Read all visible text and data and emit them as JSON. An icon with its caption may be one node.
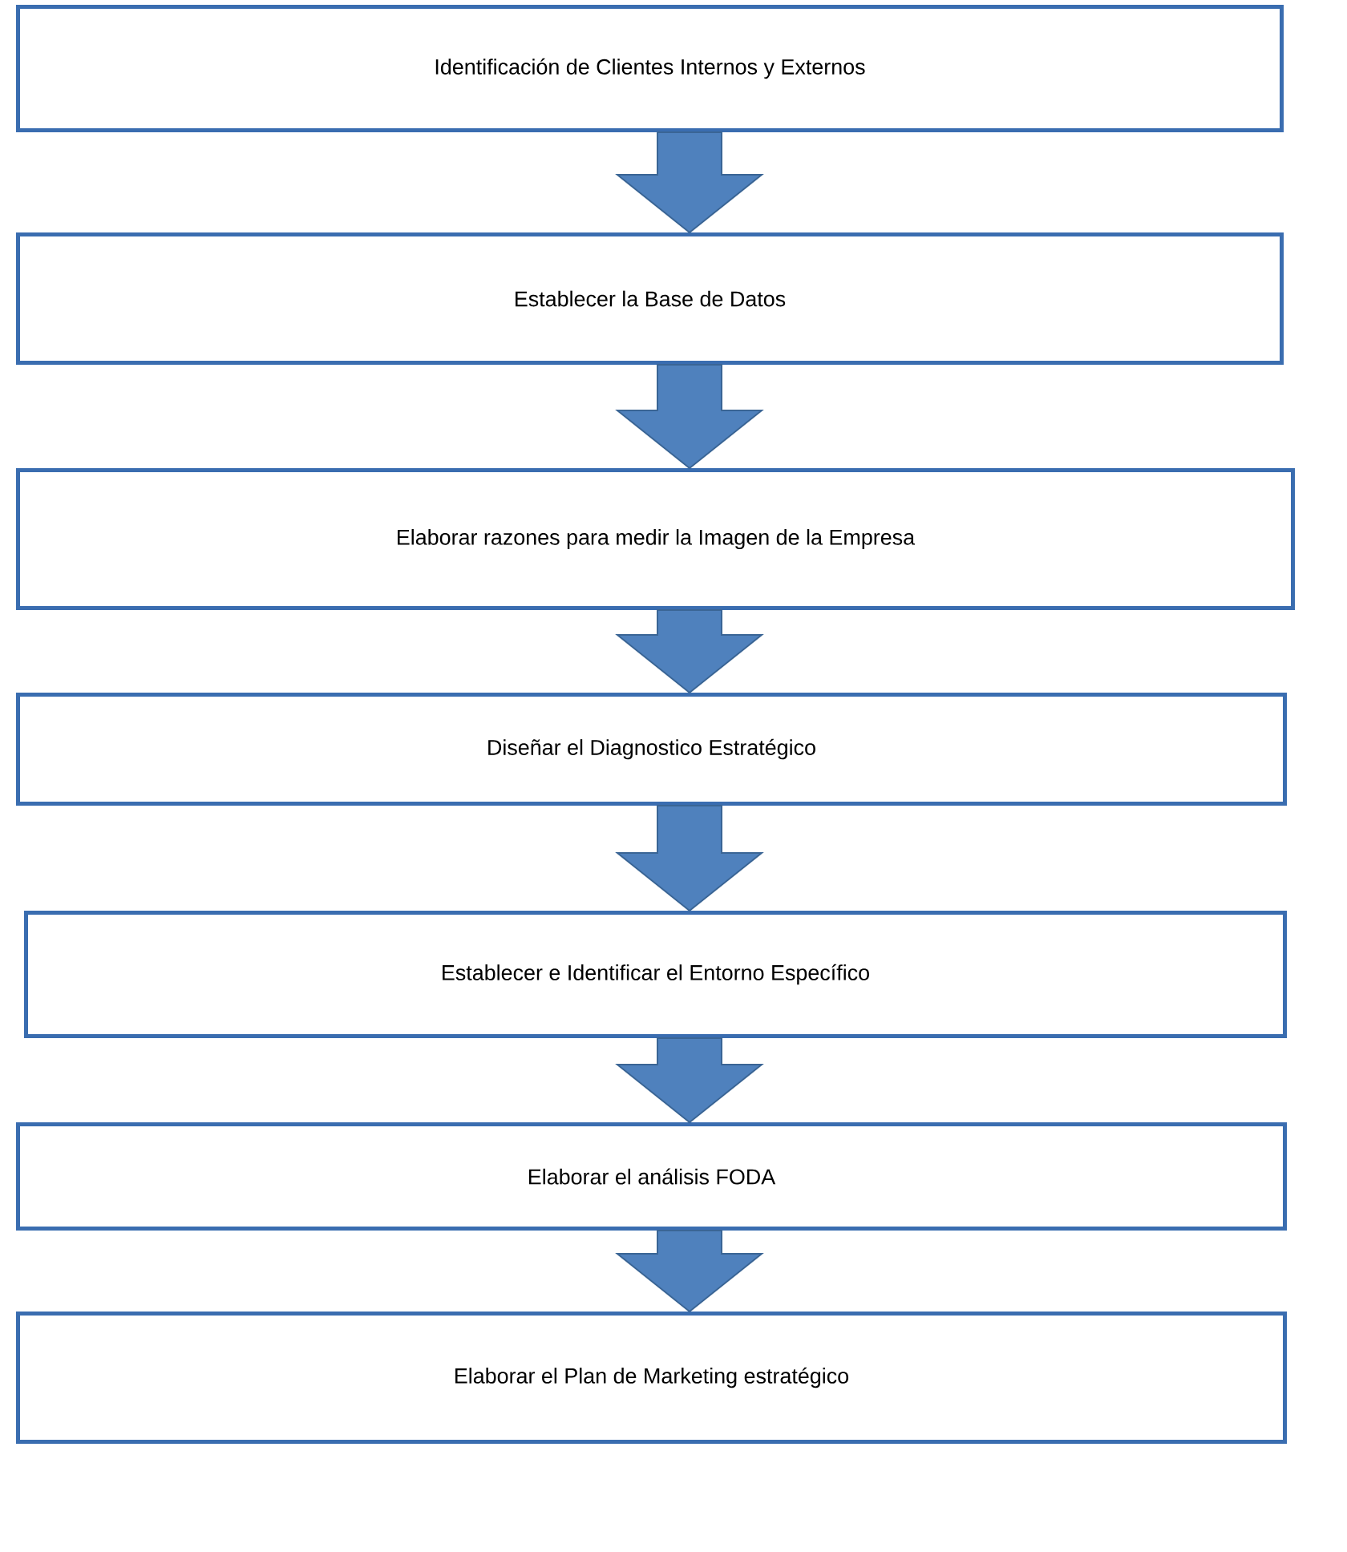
{
  "diagram": {
    "nodes": [
      {
        "text": [
          "Identificación de Clientes Internos y Externos"
        ]
      },
      {
        "text": [
          "Establecer la Base de Datos"
        ]
      },
      {
        "text": [
          "Elaborar razones para medir la Imagen de la Empresa"
        ]
      },
      {
        "text": [
          "Diseñar el Diagnostico Estratégico"
        ]
      },
      {
        "text": [
          "Establecer e Identificar el Entorno Específico"
        ]
      },
      {
        "text": [
          "Elaborar el análisis FODA"
        ]
      },
      {
        "text": [
          "Elaborar el Plan de Marketing  estratégico"
        ]
      }
    ],
    "edges": [
      {
        "from": 0,
        "to": 1,
        "arrow": "to"
      },
      {
        "from": 1,
        "to": 2,
        "arrow": "to"
      },
      {
        "from": 2,
        "to": 3,
        "arrow": "to"
      },
      {
        "from": 3,
        "to": 4,
        "arrow": "to"
      },
      {
        "from": 4,
        "to": 5,
        "arrow": "to"
      },
      {
        "from": 5,
        "to": 6,
        "arrow": "to"
      }
    ]
  }
}
